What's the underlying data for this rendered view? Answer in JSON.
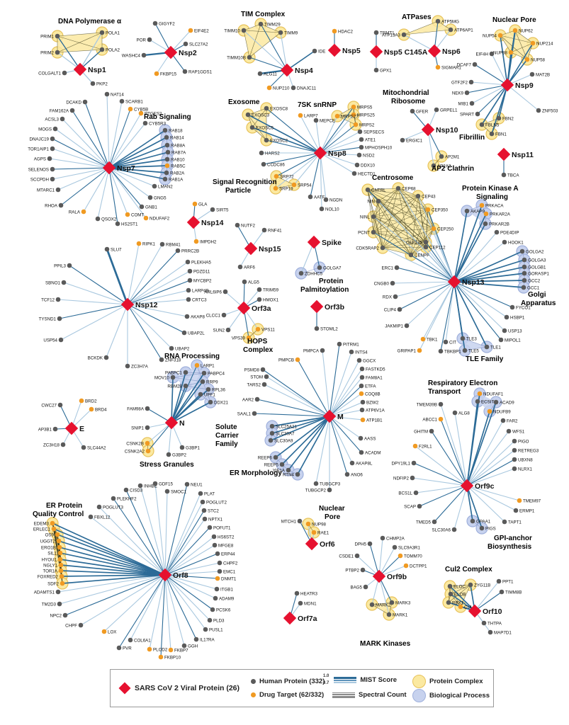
{
  "colors": {
    "viral": "#e6112f",
    "human": "#5a5a5a",
    "drug": "#f09a22",
    "complex_fill": "#fbe9a1",
    "complex_stroke": "#e7c25a",
    "process_fill": "#c7d2ee",
    "process_stroke": "#9fb0dc",
    "edge_strong": "#2c6b97",
    "edge_weak": "#a9c8df",
    "clique_edge": "#3a3a1a"
  },
  "legend": {
    "viral": "SARS CoV 2 Viral Protein (26)",
    "human": "Human Protein (332)",
    "drug": "Drug Target (62/332)",
    "mist_hi": "1.0",
    "mist_lo": "0.7",
    "mist": "MIST Score",
    "spectral": "Spectral Count",
    "complex": "Protein Complex",
    "process": "Biological Process"
  },
  "annotations": {
    "dna_pol": "DNA Polymerase α",
    "tim": "TIM Complex",
    "atpases": "ATPases",
    "nuclear_pore": "Nuclear Pore",
    "rab": "Rab Signaling",
    "exosome": "Exosome",
    "snrnp": "7SK snRNP",
    "mito1": "Mitochondrial",
    "mito2": "Ribosome",
    "ap2": "AP2 Clathrin",
    "fibrillin": "Fibrillin",
    "srp1": "Signal Recognition",
    "srp2": "Particle",
    "centrosome": "Centrosome",
    "pka1": "Protein Kinase A",
    "pka2": "Signaling",
    "palm1": "Protein",
    "palm2": "Palmitoylation",
    "golgi1": "Golgi",
    "golgi2": "Apparatus",
    "hops1": "HOPS",
    "hops2": "Complex",
    "rna": "RNA Processing",
    "tle": "TLE Family",
    "resp1": "Respiratory Electron",
    "resp2": "Transport",
    "solute1": "Solute",
    "solute2": "Carrier",
    "solute3": "Family",
    "stress": "Stress Granules",
    "er_morph": "ER Morphology",
    "gpi1": "GPI-anchor",
    "gpi2": "Biosynthesis",
    "erqc1": "ER Protein",
    "erqc2": "Quality Control",
    "np6a": "Nuclear",
    "np6b": "Pore",
    "cul2": "Cul2 Complex",
    "mark": "MARK Kinases"
  },
  "viral_labels": {
    "nsp1": "Nsp1",
    "nsp2": "Nsp2",
    "nsp4": "Nsp4",
    "nsp5": "Nsp5",
    "nsp5c": "Nsp5 C145A",
    "nsp6": "Nsp6",
    "nsp9": "Nsp9",
    "nsp7": "Nsp7",
    "nsp8": "Nsp8",
    "nsp10": "Nsp10",
    "nsp11": "Nsp11",
    "nsp14": "Nsp14",
    "nsp15": "Nsp15",
    "spike": "Spike",
    "nsp13": "Nsp13",
    "nsp12": "Nsp12",
    "orf3a": "Orf3a",
    "orf3b": "Orf3b",
    "e": "E",
    "n": "N",
    "m": "M",
    "orf9c": "Orf9c",
    "orf8": "Orf8",
    "orf6": "Orf6",
    "orf9b": "Orf9b",
    "orf7a": "Orf7a",
    "orf10": "Orf10"
  },
  "clusters": [
    {
      "id": "nsp1",
      "drug": [],
      "proteins": [
        "PRIM1",
        "POLA1",
        "PRIM2",
        "POLA2",
        "COLGALT1",
        "PKP2"
      ]
    },
    {
      "id": "nsp2",
      "drug": [
        "EIF4E2",
        "FKBP15"
      ],
      "proteins": [
        "GIGYF2",
        "EIF4E2",
        "POR",
        "SLC27A2",
        "WASHC4",
        "FKBP15",
        "RAP1GDS1"
      ]
    },
    {
      "id": "nsp4",
      "drug": [
        "NUP210"
      ],
      "proteins": [
        "TIMM29",
        "TIMM10",
        "TIMM9",
        "TIMM10B",
        "IDE",
        "ALG11",
        "NUP210",
        "DNAJC11"
      ]
    },
    {
      "id": "nsp5",
      "drug": [
        "HDAC2"
      ],
      "proteins": [
        "HDAC2"
      ]
    },
    {
      "id": "nsp5c",
      "drug": [],
      "proteins": [
        "TRMT1",
        "GPX1"
      ]
    },
    {
      "id": "nsp6",
      "drug": [
        "SIGMAR1"
      ],
      "proteins": [
        "ATP5MG",
        "ATP13A3",
        "ATP6AP1",
        "SIGMAR1"
      ]
    },
    {
      "id": "nsp9",
      "drug": [
        "NUP62",
        "NUP214",
        "NUP58",
        "NUP54",
        "NUP88"
      ],
      "proteins": [
        "NUP62",
        "NUP214",
        "NUP54",
        "NUP88",
        "NUP58",
        "EIF4H",
        "DCAF7",
        "MAT2B",
        "GTF2F2",
        "NEK9",
        "MIB1",
        "ZNF503",
        "SPART",
        "FBN2",
        "FBLN5",
        "FBN1"
      ]
    },
    {
      "id": "nsp7",
      "drug": [
        "PTGES2",
        "CYB5B",
        "COMT",
        "NDUFAF2",
        "RALA",
        "RAB5C"
      ],
      "proteins": [
        "DCAKD",
        "NAT14",
        "SCARB1",
        "CYB5B",
        "PTGES2",
        "CYB5R3",
        "FAM162A",
        "ACSL3",
        "MOGS",
        "DNAJC19",
        "TOR1AIP1",
        "AGPS",
        "SELENOS",
        "SCCPDH",
        "MTARC1",
        "RHOA",
        "RALA",
        "QSOX2",
        "HS2ST1",
        "COMT",
        "NDUFAF2",
        "GNB1",
        "GNG5",
        "LMAN2",
        "RAB18",
        "RAB14",
        "RAB8A",
        "RAB7A",
        "RAB10",
        "RAB5C",
        "RAB2A",
        "RAB1A"
      ]
    },
    {
      "id": "nsp8",
      "drug": [
        "MRPS27",
        "MRPS2",
        "MRPS25",
        "MRPS5",
        "SRP54",
        "LARP7",
        "SRP19",
        "SRP72"
      ],
      "proteins": [
        "EXOSC8",
        "EXOSC3",
        "EXOSC5",
        "EXOSC2",
        "LARP7",
        "MEPCE",
        "MRPS5",
        "MRPS25",
        "MRPS27",
        "MRPS2",
        "SEPSECS",
        "ATE1",
        "MPHOSPH10",
        "NSD2",
        "HARS2",
        "CCDC86",
        "DDX10",
        "HECTD1",
        "SRP72",
        "SRP54",
        "SRP19",
        "AATF",
        "NGDN",
        "NOL10"
      ]
    },
    {
      "id": "nsp10",
      "drug": [],
      "proteins": [
        "GFER",
        "GRPEL1",
        "ERGIC1",
        "AP2M1",
        "AP2A2"
      ]
    },
    {
      "id": "nsp11",
      "drug": [],
      "proteins": [
        "TBCA"
      ]
    },
    {
      "id": "nsp14",
      "drug": [
        "GLA",
        "IMPDH2"
      ],
      "proteins": [
        "GLA",
        "SIRT5",
        "IMPDH2"
      ]
    },
    {
      "id": "nsp15",
      "drug": [],
      "proteins": [
        "NUTF2",
        "RNF41",
        "ARF6"
      ]
    },
    {
      "id": "spike",
      "drug": [],
      "proteins": [
        "GOLGA7",
        "ZDHHC5"
      ]
    },
    {
      "id": "nsp13",
      "drug": [
        "CEP250",
        "PRKACA",
        "PRKAR2A",
        "CEP350",
        "TBK1",
        "GRIPAP1"
      ],
      "proteins": [
        "CNTRL",
        "CEP68",
        "CEP43",
        "CEP350",
        "CEP250",
        "CEP112",
        "CEP135",
        "CENPF",
        "CDK5RAP2",
        "PCNT",
        "NINL",
        "NIN",
        "AKAP9",
        "PRKACA",
        "PRKAR2A",
        "PRKAR2B",
        "PDE4DIP",
        "HOOK1",
        "GOLGA2",
        "GOLGA3",
        "GOLGB1",
        "GORASP1",
        "GCC2",
        "GCC1",
        "FYCO1",
        "HSBP1",
        "USP13",
        "MIPOL1",
        "TLE1",
        "TLE3",
        "TLE5",
        "CIT",
        "TBK1",
        "TBKBP1",
        "GRIPAP1",
        "JAKMIP1",
        "CLIP4",
        "RDX",
        "CNGB0",
        "ERC1"
      ]
    },
    {
      "id": "nsp12",
      "drug": [
        "RIPK1"
      ],
      "proteins": [
        "SLU7",
        "RIPK1",
        "RBM41",
        "PRRC2B",
        "PLEKHA5",
        "PDZD11",
        "MYCBP2",
        "LARP4B",
        "CRTC3",
        "PPIL3",
        "SBNO1",
        "TCF12",
        "TYSND1",
        "USP54",
        "AKAP8",
        "UBAP2L",
        "BCKDK",
        "ZC3H7A",
        "ZNF318",
        "UBAP2"
      ]
    },
    {
      "id": "orf3a",
      "drug": [
        "VPS39",
        "VPS11"
      ],
      "proteins": [
        "ALG5",
        "ARL6IP6",
        "TRIM59",
        "HMOX1",
        "CLCC1",
        "SUN2",
        "VPS39",
        "VPS11"
      ]
    },
    {
      "id": "orf3b",
      "drug": [],
      "proteins": [
        "STOML2"
      ]
    },
    {
      "id": "e",
      "drug": [
        "BRD2",
        "BRD4"
      ],
      "proteins": [
        "CWC27",
        "BRD2",
        "BRD4",
        "AP3B1",
        "ZC3H18",
        "SLC44A2"
      ]
    },
    {
      "id": "n",
      "drug": [
        "LARP1",
        "CSNK2B",
        "CSNK2A2"
      ],
      "proteins": [
        "LARP1",
        "PABPC1",
        "PABPC4",
        "MOV10",
        "RRP9",
        "RBM28",
        "RPL36",
        "UPF1",
        "DDX21",
        "FAM98A",
        "SNIP1",
        "CSNK2B",
        "CSNK2A2",
        "G3BP2",
        "G3BP1"
      ]
    },
    {
      "id": "m",
      "drug": [
        "PMPCB",
        "ATP1B1",
        "COQ8B"
      ],
      "proteins": [
        "PITRM1",
        "PMPCA",
        "INTS4",
        "PMPCB",
        "GGCX",
        "FASTKD5",
        "PSMD8",
        "FAM8A1",
        "STOM",
        "ETFA",
        "TARS2",
        "COQ8B",
        "AAR2",
        "BZW2",
        "ATP6V1A",
        "SAAL1",
        "ATP1B1",
        "SLC25A21",
        "SLC30A7",
        "SLC30A9",
        "AASS",
        "ACADM",
        "REEP6",
        "REEP5",
        "YIF1A",
        "RTN4",
        "AKAP8L",
        "ANO6",
        "TUBGCP3",
        "TUBGCP2"
      ]
    },
    {
      "id": "orf9c",
      "drug": [
        "NDUFAF1",
        "NDUFB9",
        "ABCC1",
        "F2RL1",
        "TMEM97"
      ],
      "proteins": [
        "NDUFAF1",
        "ECSIT",
        "ACAD9",
        "NDUFB9",
        "TMEM39B",
        "ALG8",
        "ABCC1",
        "FAR2",
        "WFS1",
        "GHITM",
        "PIGO",
        "RETREG3",
        "UBXN8",
        "NLRX1",
        "F2RL1",
        "DPY19L1",
        "NDFIP2",
        "BCS1L",
        "SCAP",
        "TMEM97",
        "ERMP1",
        "TMED5",
        "TAPT1",
        "SLC30A6",
        "GPAA1",
        "PIGS"
      ]
    },
    {
      "id": "orf8",
      "drug": [
        "EDEM3",
        "ERLEC1",
        "OS9",
        "UGGT2",
        "ERO1B",
        "SIL1",
        "HYOU1",
        "NGLY1",
        "TOR1A",
        "FOXRED2",
        "SDF2",
        "LOX",
        "PLOD2",
        "FKBP10",
        "DNMT1",
        "FKBP7"
      ],
      "proteins": [
        "CISD3",
        "INHBE",
        "GDF15",
        "NEU1",
        "SMOC1",
        "PLAT",
        "PLEKHF2",
        "POGLUT3",
        "POGLUT2",
        "STC2",
        "FBXL12",
        "NPTX1",
        "POFUT1",
        "HS6ST2",
        "MFGE8",
        "ERP44",
        "CHPF2",
        "EMC1",
        "DNMT1",
        "ITGB1",
        "ADAM9",
        "PCSK6",
        "PLD3",
        "PUSL1",
        "IL17RA",
        "GGH",
        "FKBP7",
        "FKBP10",
        "PLOD2",
        "COL6A1",
        "PVR",
        "LOX",
        "CHPF",
        "NPC2",
        "TM2D3",
        "ADAMTS1",
        "EDEM3",
        "ERLEC1",
        "OS9",
        "UGGT2",
        "ERO1B",
        "SIL1",
        "HYOU1",
        "NGLY1",
        "TOR1A",
        "FOXRED2",
        "SDF2"
      ]
    },
    {
      "id": "orf6",
      "drug": [
        "NUP98",
        "RAE1"
      ],
      "proteins": [
        "MTCH1",
        "NUP98",
        "RAE1"
      ]
    },
    {
      "id": "orf9b",
      "drug": [
        "DCTPP1",
        "TOMM70"
      ],
      "proteins": [
        "DPH5",
        "CHMP2A",
        "SLC9A3R1",
        "TOMM70",
        "CSDE1",
        "DCTPP1",
        "PTBP2",
        "BAG5",
        "MARK2",
        "MARK3",
        "MARK1"
      ]
    },
    {
      "id": "orf7a",
      "drug": [],
      "proteins": [
        "HEATR3",
        "MDN1"
      ]
    },
    {
      "id": "orf10",
      "drug": [
        "CUL2"
      ],
      "proteins": [
        "ELOC",
        "ZYG11B",
        "ELOB",
        "RBX1",
        "CUL2",
        "PPT1",
        "TIMM8B",
        "THTPA",
        "MAP7D1"
      ]
    }
  ]
}
